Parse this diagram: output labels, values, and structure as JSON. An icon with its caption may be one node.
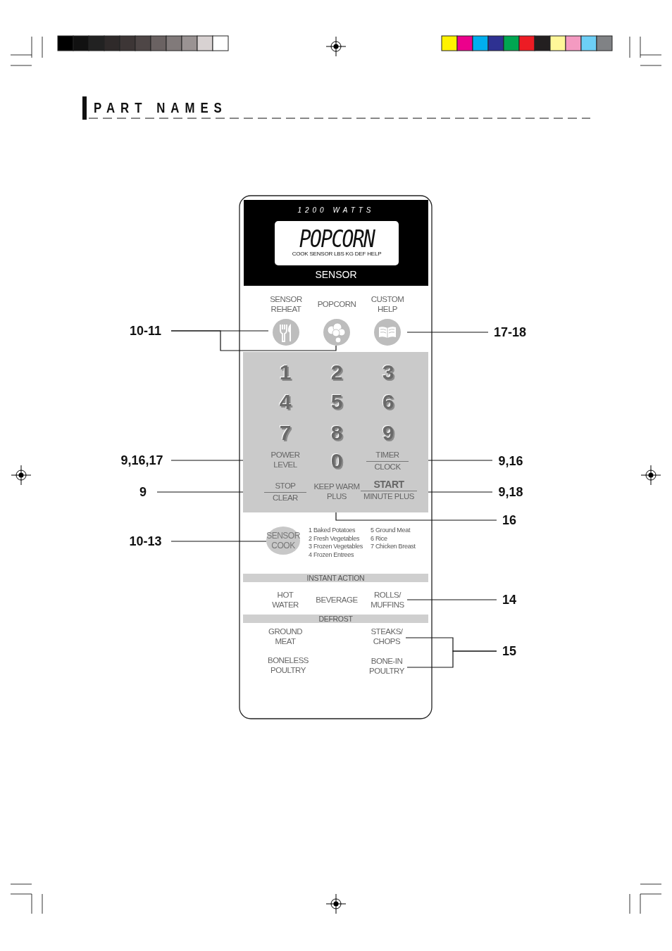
{
  "diagram": {
    "title": "PART NAMES",
    "nodes": [
      {
        "text": [
          "1200 WATTS",
          "SENSOR"
        ]
      },
      {
        "text": [
          "POPCORN",
          "COOK SENSOR LBS KG DEF HELP"
        ],
        "in": 0
      },
      {
        "text": [
          "SENSOR REHEAT"
        ]
      },
      {
        "text": [
          "POPCORN"
        ]
      },
      {
        "text": [
          "CUSTOM HELP"
        ]
      },
      {
        "text": [
          "1",
          "2",
          "3",
          "4",
          "5",
          "6",
          "7",
          "8",
          "9",
          "0"
        ]
      },
      {
        "text": [
          "POWER LEVEL"
        ],
        "in": 5
      },
      {
        "text": [
          "TIMER",
          "CLOCK"
        ],
        "in": 5
      },
      {
        "text": [
          "STOP",
          "CLEAR"
        ],
        "in": 5
      },
      {
        "text": [
          "KEEP WARM PLUS"
        ],
        "in": 5
      },
      {
        "text": [
          "START",
          "MINUTE PLUS"
        ],
        "in": 5
      },
      {
        "text": [
          "SENSOR COOK"
        ]
      },
      {
        "text": [
          "INSTANT ACTION"
        ]
      },
      {
        "text": [
          "ROLLS/ MUFFINS"
        ]
      },
      {
        "text": [
          "DEFROST"
        ]
      },
      {
        "text": [
          "STEAKS/ CHOPS"
        ]
      },
      {
        "text": [
          "BONE-IN POULTRY"
        ]
      },
      {
        "text": [
          "10-11"
        ]
      },
      {
        "text": [
          "17-18"
        ]
      },
      {
        "text": [
          "9,16,17"
        ]
      },
      {
        "text": [
          "9,16"
        ]
      },
      {
        "text": [
          "9"
        ]
      },
      {
        "text": [
          "9,18"
        ]
      },
      {
        "text": [
          "16"
        ]
      },
      {
        "text": [
          "10-13"
        ]
      },
      {
        "text": [
          "14"
        ]
      },
      {
        "text": [
          "15"
        ]
      }
    ],
    "edges": [
      {
        "from": 17,
        "to": 2,
        "arrow": "none"
      },
      {
        "from": 17,
        "to": 3,
        "arrow": "none"
      },
      {
        "from": 18,
        "to": 4,
        "arrow": "none"
      },
      {
        "from": 19,
        "to": 6,
        "arrow": "none"
      },
      {
        "from": 20,
        "to": 7,
        "arrow": "none"
      },
      {
        "from": 21,
        "to": 8,
        "arrow": "none"
      },
      {
        "from": 22,
        "to": 10,
        "arrow": "none"
      },
      {
        "from": 23,
        "to": 9,
        "arrow": "none"
      },
      {
        "from": 24,
        "to": 11,
        "arrow": "none"
      },
      {
        "from": 25,
        "to": 13,
        "arrow": "none"
      },
      {
        "from": 26,
        "to": 15,
        "arrow": "none"
      },
      {
        "from": 26,
        "to": 16,
        "arrow": "none"
      }
    ],
    "labels": [
      "1 Baked Potatoes",
      "2 Fresh Vegetables",
      "3 Frozen Vegetables",
      "4 Frozen Entrees",
      "5 Ground Meat",
      "6 Rice",
      "7 Chicken Breast",
      "HOT WATER",
      "BEVERAGE",
      "GROUND MEAT",
      "BONELESS POULTRY"
    ]
  }
}
